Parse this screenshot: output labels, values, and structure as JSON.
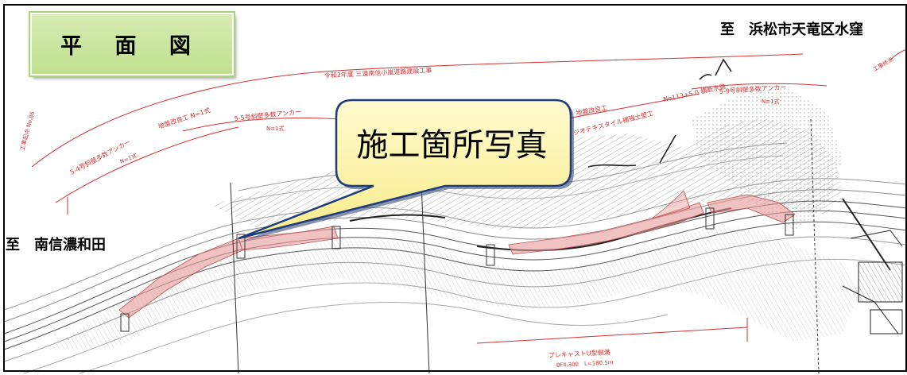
{
  "title": "平 面 図",
  "direction_top_right": "至　浜松市天竜区水窪",
  "direction_left": "至　南信濃和田",
  "callout": "施工箇所写真",
  "annotations": {
    "road_project": "令和2年度 三遠南信小嵐道路建設工事",
    "anchor_5_4": "5-4号斜壁多数アンカー",
    "anchor_5_4_qty": "N=1式",
    "ground_improve_left": "地盤改良工 N=1式",
    "anchor_5_5": "5-5号斜壁多数アンカー",
    "anchor_5_5_qty": "N=1式",
    "ground_improve_mid": "地盤改良工",
    "geotextile": "ジオテキスタイル補強土壁工",
    "no_ref": "No113+5.0 横断水路",
    "anchor_5_9": "5-9号斜壁多数アンカー",
    "anchor_5_9_qty": "N=1式",
    "start_point": "工事起点 No.86",
    "precast": "プレキャストU型側溝",
    "precast_spec": "BFⅡ-300　L=180.5m",
    "top_right_small": "工事終点"
  },
  "colors": {
    "title_bg": "#c0e08d",
    "callout_bg": "#fdf6a8",
    "callout_border": "#1c3c7c",
    "construction_area": "#e89a9a",
    "annotation_red": "#d13232"
  }
}
